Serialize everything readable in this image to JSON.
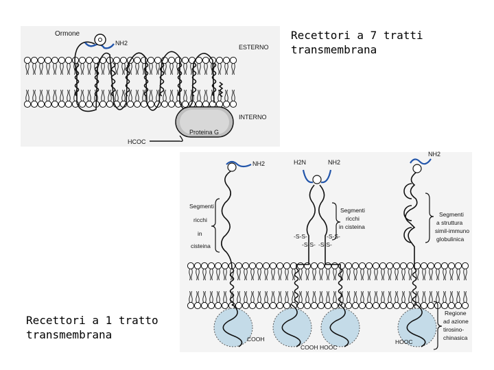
{
  "captions": {
    "seven_tm": [
      "Recettori a 7 tratti",
      "transmembrana"
    ],
    "one_tm": [
      "Recettori a 1 tratto",
      "transmembrana"
    ]
  },
  "fig_top": {
    "hormone": "Ormone",
    "nh2": "NH2",
    "outside": "ESTERNO",
    "inside": "INTERNO",
    "g_protein": "Proteina G",
    "hcooc": "HCOC"
  },
  "fig_bottom": {
    "nh2_a": "NH2",
    "h2n": "H2N",
    "nh2_b": "NH2",
    "nh2_c": "NH2",
    "segments_cys": [
      "Segmenti",
      "ricchi",
      "in",
      "cisteina"
    ],
    "segments_cys2": [
      "Segmenti",
      "ricchi",
      "in cisteina"
    ],
    "ss": "-S-S-",
    "segments_ig": [
      "Segmenti",
      "a struttura",
      "simil-immuno",
      "globulinica"
    ],
    "region": [
      "Regione",
      "ad azione",
      "tirosino-",
      "chinasica"
    ],
    "cooh_a": "COOH",
    "cooh_b": "COOH",
    "hooc_b": "HOOC",
    "hooc_c": "HOOC"
  },
  "colors": {
    "hormone_ring": "#2255aa",
    "kinase_fill": "#c4dbe8"
  }
}
